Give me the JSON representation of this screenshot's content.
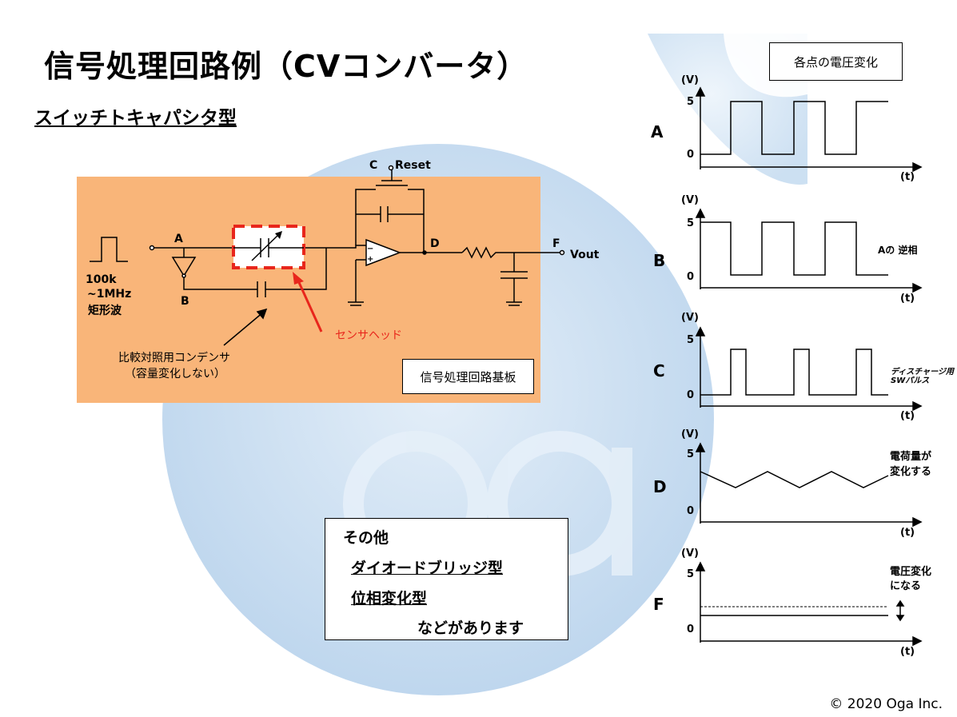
{
  "title": "信号処理回路例（CVコンバータ）",
  "subtitle": "スイッチトキャパシタ型",
  "circuit": {
    "board_label": "信号処理回路基板",
    "reset_label": "C",
    "reset_text": "Reset",
    "node_a": "A",
    "node_b": "B",
    "node_d": "D",
    "node_f": "F",
    "vout": "Vout",
    "source_freq_1": "100k",
    "source_freq_2": "~1MHz",
    "source_kind": "矩形波",
    "sensor_head": "センサヘッド",
    "ref_cap_1": "比較対照用コンデンサ",
    "ref_cap_2": "（容量変化しない）"
  },
  "waveforms": {
    "title": "各点の電圧変化",
    "v_unit": "(V)",
    "t_unit": "(t)",
    "tick_5": "5",
    "tick_0": "0",
    "A": {
      "label": "A",
      "note": ""
    },
    "B": {
      "label": "B",
      "note": "Aの 逆相"
    },
    "C": {
      "label": "C",
      "note_1": "ディスチャージ用",
      "note_2": "SWパルス"
    },
    "D": {
      "label": "D",
      "note_1": "電荷量が",
      "note_2": "変化する"
    },
    "F": {
      "label": "F",
      "note_1": "電圧変化",
      "note_2": "になる"
    }
  },
  "other": {
    "heading": "その他",
    "item_1": "ダイオードブリッジ型",
    "item_2": "位相変化型",
    "closing": "などがあります"
  },
  "copyright": "© 2020 Oga Inc.",
  "colors": {
    "board": "#f9b579",
    "sensor_highlight": "#e8261c",
    "watermark": "#b9d4ec"
  }
}
